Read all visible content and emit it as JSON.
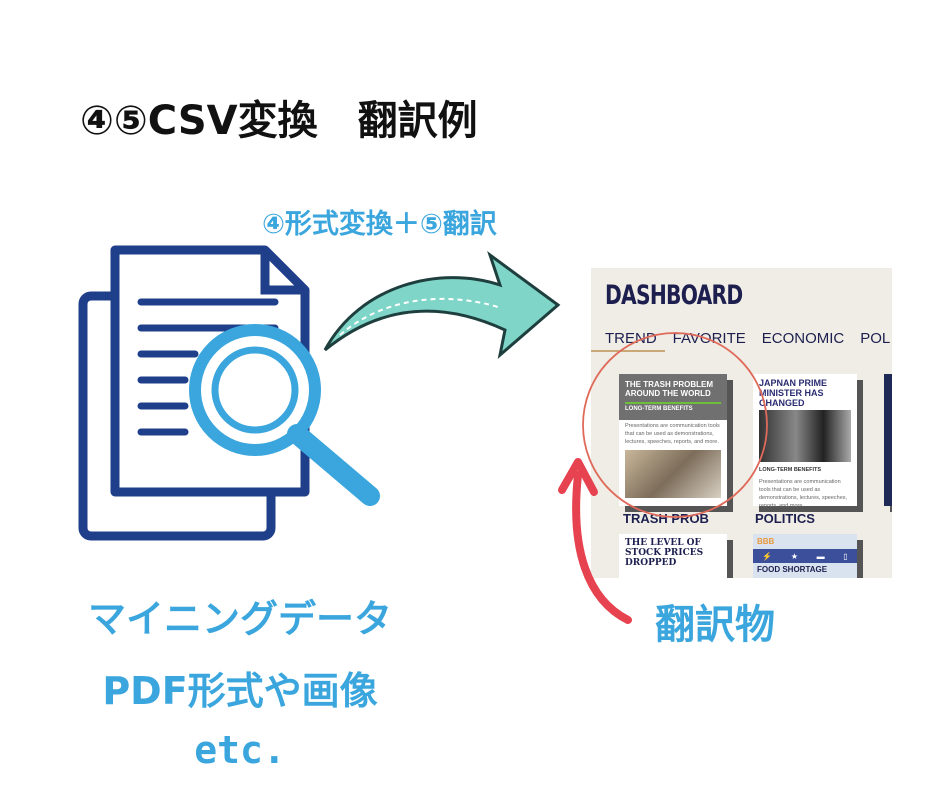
{
  "title": "④⑤CSV変換　翻訳例",
  "step_label": "④形式変換＋⑤翻訳",
  "source_lines": [
    "マイニングデータ",
    "PDF形式や画像",
    "etc."
  ],
  "output_label": "翻訳物",
  "dashboard": {
    "heading": "DASHBOARD",
    "tabs": [
      "TREND",
      "FAVORITE",
      "ECONOMIC",
      "POL"
    ],
    "card1": {
      "title": "THE TRASH PROBLEM AROUND THE WORLD",
      "sub": "LONG-TERM BENEFITS",
      "body": "Presentations are communication tools that can be used as demonstrations, lectures, speeches, reports, and more."
    },
    "card2": {
      "title": "JAPNAN PRIME MINISTER HAS CHANGED",
      "sub": "LONG-TERM BENEFITS",
      "body": "Presentations are communication tools that can be used as demonstrations, lectures, speeches, reports, and more."
    },
    "sections": [
      "TRASH PROB",
      "POLITICS"
    ],
    "card4": {
      "title": "THE LEVEL OF STOCK PRICES DROPPED"
    },
    "card5": {
      "brand": "BBB",
      "title": "FOOD SHORTAGE"
    }
  },
  "colors": {
    "accent": "#3aa6dd",
    "doc": "#1f3f8a",
    "arrow": "#7fd6c8",
    "red": "#e6424f"
  }
}
